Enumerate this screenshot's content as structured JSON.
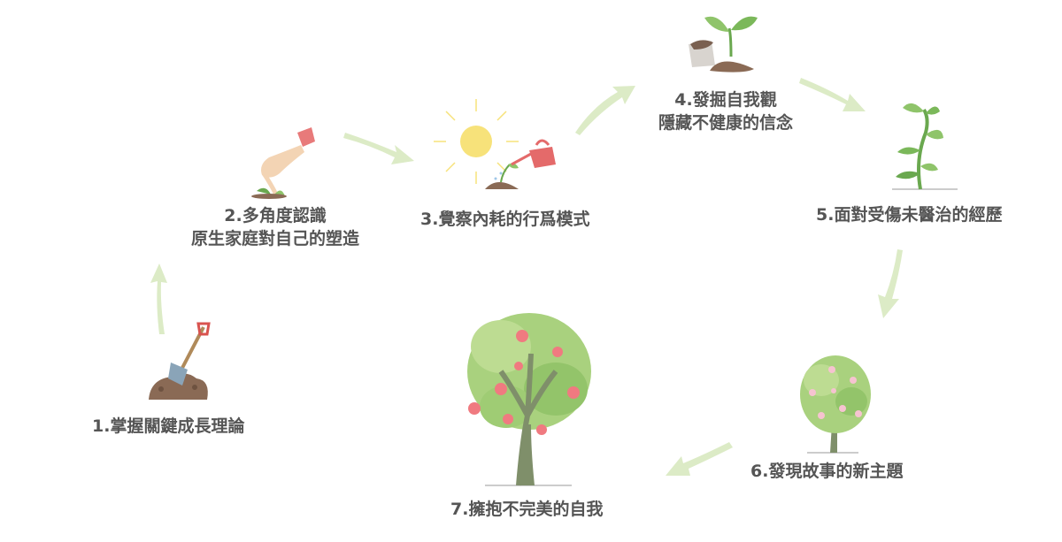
{
  "steps": [
    {
      "number": "1.",
      "text": "掌握關鍵成長理論"
    },
    {
      "number": "2.",
      "line1": "多角度認識",
      "line2": "原生家庭對自己的塑造"
    },
    {
      "number": "3.",
      "text": "覺察內耗的行爲模式"
    },
    {
      "number": "4.",
      "line1": "發掘自我觀",
      "line2": "隱藏不健康的信念"
    },
    {
      "number": "5.",
      "text": "面對受傷未醫治的經歷"
    },
    {
      "number": "6.",
      "text": "發現故事的新主題"
    },
    {
      "number": "7.",
      "text": "擁抱不完美的自我"
    }
  ],
  "colors": {
    "label": "#555555",
    "arrow": "#dcebc6",
    "leaf": "#8fc46a",
    "leaf_dark": "#6aa84f",
    "trunk": "#7f8f6a",
    "soil": "#8a6a55",
    "fruit": "#f07a80",
    "blossom": "#f6c3d0",
    "sun": "#f7e27a",
    "shovel_handle": "#d9534f",
    "watering_can": "#e46a6a"
  },
  "icons": [
    "shovel-in-soil-icon",
    "hand-planting-seed-icon",
    "sun-and-watering-can-icon",
    "seedling-with-soil-bag-icon",
    "young-sprout-icon",
    "blossom-tree-icon",
    "fruit-tree-icon"
  ]
}
